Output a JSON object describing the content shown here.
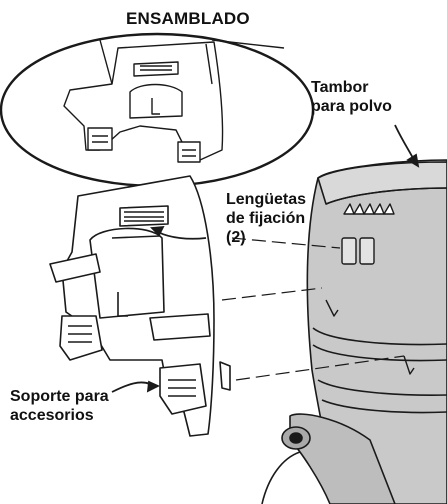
{
  "labels": {
    "assembled": "ENSAMBLADO",
    "drum": [
      "Tambor",
      "para polvo"
    ],
    "tabs": [
      "Lengüetas",
      "de fijación",
      "(2)"
    ],
    "holder": [
      "Soporte para",
      "accesorios"
    ]
  },
  "colors": {
    "drum_fill": "#c9c9c9",
    "drum_dark": "#a9a9a9",
    "outline": "#1a1a1a",
    "bracket_fill": "#ffffff"
  }
}
